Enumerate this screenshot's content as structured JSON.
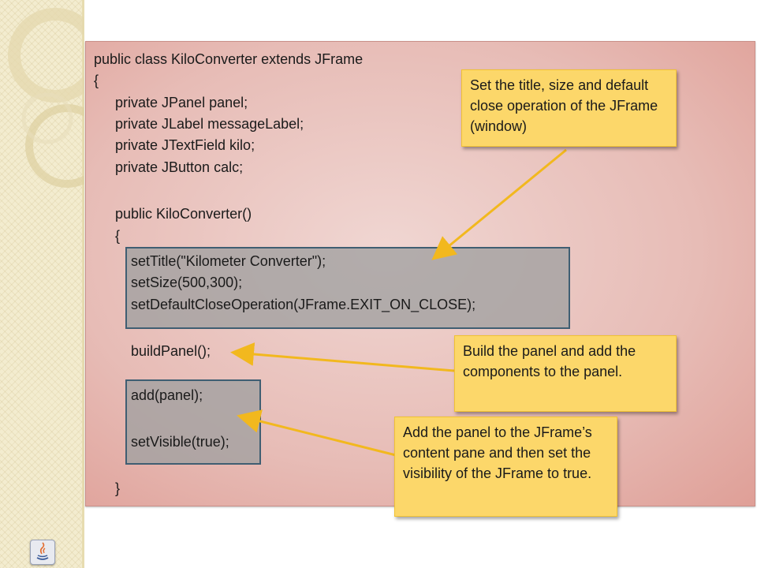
{
  "slide": {
    "code_lines": [
      "public class KiloConverter extends JFrame",
      "{",
      "private JPanel panel;",
      "private JLabel messageLabel;",
      "private JTextField kilo;",
      "private JButton calc;",
      "public KiloConverter()",
      "{",
      "setTitle(\"Kilometer Converter\");",
      "setSize(500,300);",
      "setDefaultCloseOperation(JFrame.EXIT_ON_CLOSE);",
      "buildPanel();",
      "add(panel);",
      "setVisible(true);",
      "}"
    ],
    "notes": {
      "title_size": "Set the title, size and default close operation of the JFrame (window)",
      "build_panel": "Build the panel and add the components to the panel.",
      "add_visible": "Add the panel to the JFrame’s content pane and then set the visibility of the JFrame to true."
    },
    "colors": {
      "note_fill": "#fcd76a",
      "arrow": "#f2b81e",
      "highlight_border": "#3f5e72"
    },
    "icon": "java-logo-icon"
  }
}
